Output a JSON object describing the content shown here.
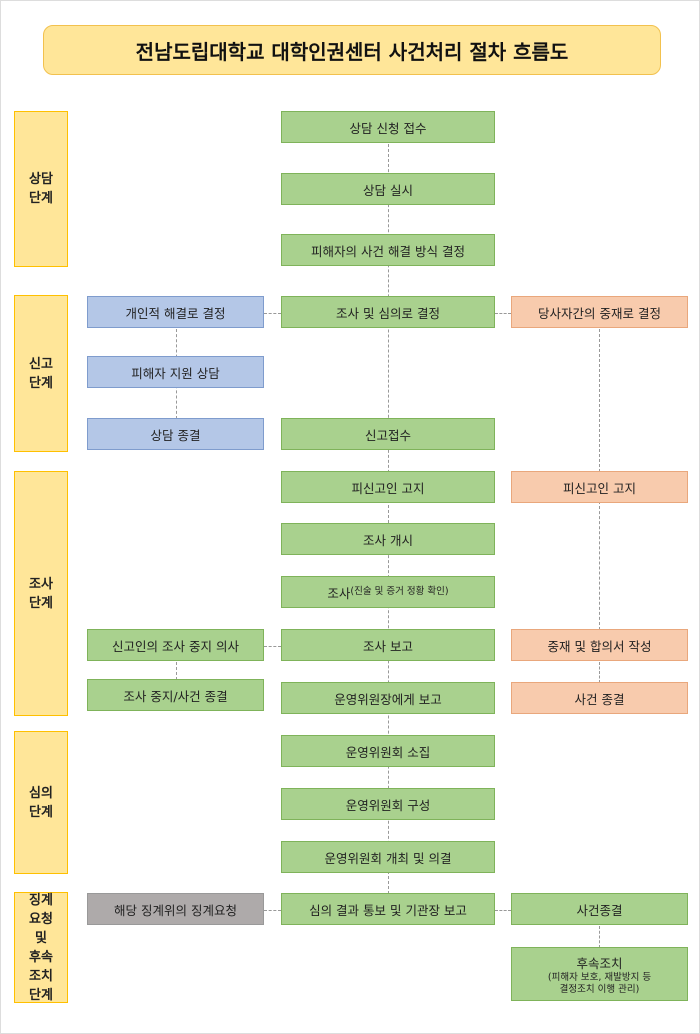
{
  "title": "전남도립대학교 대학인권센터 사건처리 절차 흐름도",
  "stages": [
    "상담\n단계",
    "신고\n단계",
    "조사\n단계",
    "심의\n단계",
    "징계\n요청\n및\n후속\n조치\n단계"
  ],
  "center": [
    "상담 신청 접수",
    "상담 실시",
    "피해자의 사건 해결 방식 결정",
    "조사 및 심의로 결정",
    "신고접수",
    "피신고인 고지",
    "조사 개시",
    "조사",
    "운영위원장에게 보고",
    "운영위원회 소집",
    "운영위원회 구성",
    "운영위원회 개최 및 의결",
    "심의 결과 통보 및 기관장 보고"
  ],
  "center_sub": {
    "investigation_detail": "(진술 및 증거 정황 확인)",
    "report": "조사 보고"
  },
  "left": [
    "개인적 해결로 결정",
    "피해자 지원 상담",
    "상담 종결",
    "신고인의 조사 중지 의사",
    "조사 중지/사건 종결",
    "해당 징계위의 징계요청"
  ],
  "right": [
    "당사자간의 중재로 결정",
    "피신고인 고지",
    "중재 및 합의서 작성",
    "사건 종결",
    "사건종결",
    "후속조치"
  ],
  "followup_detail": [
    "(피해자 보호, 재발방지 등",
    "결정조치 이행 관리)"
  ],
  "colors": {
    "green": "#a9d18e",
    "blue": "#b4c7e7",
    "orange": "#f8cbad",
    "gray": "#aeaaaa",
    "stage": "#ffe699"
  }
}
